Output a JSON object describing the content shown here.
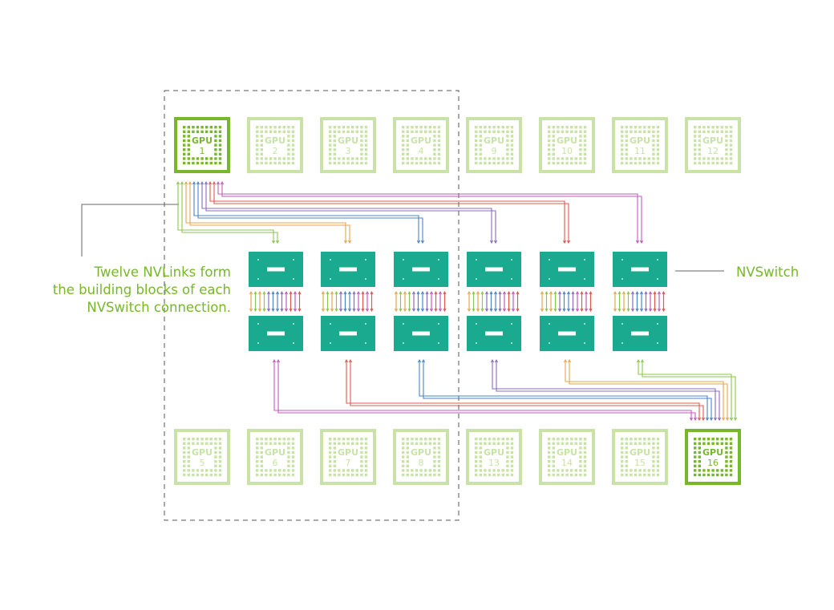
{
  "annotation": {
    "lines": [
      "Twelve NVLinks form",
      "the building blocks of each",
      "NVSwitch connection."
    ]
  },
  "switch_label": "NVSwitch",
  "gpu_word": "GPU",
  "gpus_top": [
    {
      "number": "1",
      "highlighted": true
    },
    {
      "number": "2",
      "highlighted": false
    },
    {
      "number": "3",
      "highlighted": false
    },
    {
      "number": "4",
      "highlighted": false
    },
    {
      "number": "9",
      "highlighted": false
    },
    {
      "number": "10",
      "highlighted": false
    },
    {
      "number": "11",
      "highlighted": false
    },
    {
      "number": "12",
      "highlighted": false
    }
  ],
  "gpus_bottom": [
    {
      "number": "5",
      "highlighted": false
    },
    {
      "number": "6",
      "highlighted": false
    },
    {
      "number": "7",
      "highlighted": false
    },
    {
      "number": "8",
      "highlighted": false
    },
    {
      "number": "13",
      "highlighted": false
    },
    {
      "number": "14",
      "highlighted": false
    },
    {
      "number": "15",
      "highlighted": false
    },
    {
      "number": "16",
      "highlighted": true
    }
  ],
  "switch_columns": 6,
  "colors": {
    "gpu_highlight": "#76b82a",
    "gpu_faded": "#c8e3a5",
    "switch": "#1aaa8f",
    "link_palette": [
      "#c35bbd",
      "#e0594f",
      "#4a86c8",
      "#8a6cc0",
      "#e7a64e",
      "#8dc64d"
    ]
  }
}
